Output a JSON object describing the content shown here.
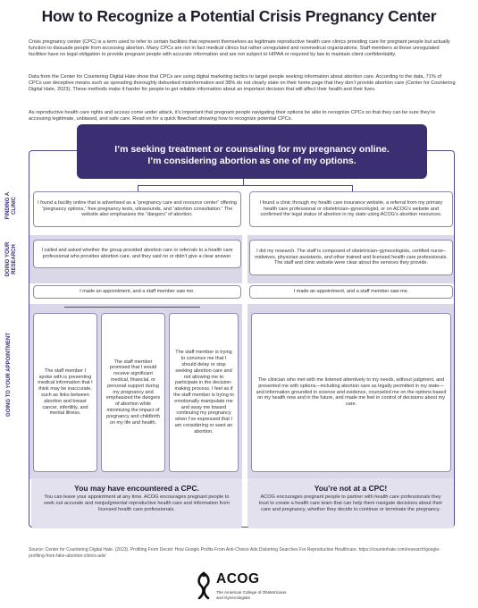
{
  "title": "How to Recognize a Potential Crisis Pregnancy Center",
  "intro": [
    "Crisis pregnancy center (CPC) is a term used to refer to certain facilities that represent themselves as legitimate reproductive health care clinics providing care for pregnant people but actually function to dissuade people from accessing abortion. Many CPCs are not in fact medical clinics but rather unregulated and nonmedical organizations. Staff members at these unregulated facilities have no legal obligation to provide pregnant people with accurate information and are not subject to HIPAA or required by law to maintain client confidentiality.",
    "Data from the Center for Countering Digital Hate show that CPCs are using digital marketing tactics to target people seeking information about abortion care. According to the data, 71% of CPCs use deceptive means such as spreading thoroughly debunked misinformation and 38% do not clearly state on their home page that they don’t provide abortion care (Center for Countering Digital Hate, 2023). These methods make it harder for people to get reliable information about an important decision that will affect their health and their lives.",
    "As reproductive health care rights and access come under attack, it’s important that pregnant people navigating their options be able to recognize CPCs so that they can be sure they’re accessing legitimate, unbiased, and safe care. Read on for a quick flowchart showing how to recognize potential CPCs."
  ],
  "banner": {
    "line1": "I’m seeking treatment or counseling for my pregnancy online.",
    "line2": "I’m considering abortion as one of my options."
  },
  "side_labels": {
    "finding": "FINDING A CLINIC",
    "research": "DOING YOUR RESEARCH",
    "appointment": "GOING TO YOUR APPOINTMENT"
  },
  "left": {
    "finding": "I found a facility online that is advertised as a “pregnancy care and resource center” offering “pregnancy options,” free pregnancy tests, ultrasounds, and “abortion consultation.” The website also emphasizes the “dangers” of abortion.",
    "research": "I called and asked whether the group provided abortion care or referrals to a health care professional who provides abortion care, and they said no or didn’t give a clear answer.",
    "appointment": "I made an appointment, and a staff member saw me.",
    "col1": "The staff member I spoke with is presenting medical information that I think may be inaccurate, such as links between abortion and breast cancer, infertility, and mental illness.",
    "col2": "The staff member promised that I would receive significant medical, financial, or personal support during my pregnancy and emphasized the dangers of abortion while minimizing the impact of pregnancy and childbirth on my life and health.",
    "col3": "The staff member is trying to convince me that I should delay or stop seeking abortion care and not allowing me to participate in the decision-making process. I feel as if the staff member is trying to emotionally manipulate me and sway me toward continuing my pregnancy when I’ve expressed that I am considering or want an abortion.",
    "result_title": "You may have encountered a CPC.",
    "result_text": "You can leave your appointment at any time. ACOG encourages pregnant people to seek out accurate and nonjudgmental reproductive health care and information from licensed health care professionals."
  },
  "right": {
    "finding": "I found a clinic through my health care insurance website, a referral from my primary health care professional or obstetrician–gynecologist, or on ACOG’s website and confirmed the legal status of abortion in my state using ACOG’s abortion resources.",
    "research": "I did my research. The staff is composed of obstetrician–gynecologists, certified nurse–midwives, physician assistants, and other trained and licensed health care professionals. The staff and clinic website were clear about the services they provide.",
    "appointment": "I made an appointment, and a staff member saw me.",
    "col": "The clinician who met with me listened attentively to my needs, without judgment, and presented me with options—including abortion care as legally permitted in my state—and information grounded in science and evidence, counseled me on the options based on my health now and in the future, and made me feel in control of decisions about my care.",
    "result_title": "You’re not at a CPC!",
    "result_text": "ACOG encourages pregnant people to partner with health care professionals they trust to create a health care team that can help them navigate decisions about their care and pregnancy, whether they decide to continue or terminate the pregnancy."
  },
  "source": "Source: Center for Countering Digital Hate. (2023). Profiting From Deceit: How Google Profits From Anti-Choice Ads Distorting Searches For Reproductive Healthcare. https://counterhate.com/research/google-profiting-from-fake-abortion-clinics-ads/",
  "logo": {
    "name": "ACOG",
    "subtitle": "The American College of Obstetricians and Gynecologists"
  },
  "colors": {
    "primary": "#3b2f72",
    "shade": "#dad7e9",
    "result_bg": "#e4e1ef"
  }
}
